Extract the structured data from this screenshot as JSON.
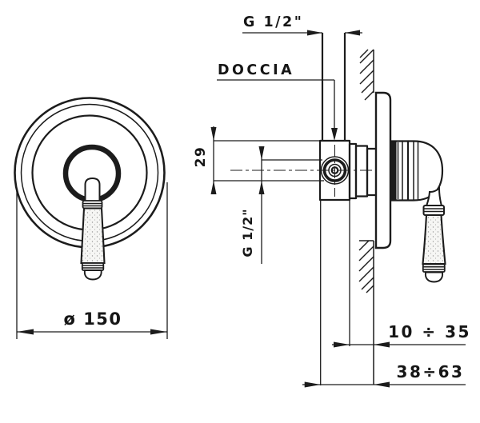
{
  "drawing": {
    "type": "technical-installation-diagram",
    "colors": {
      "background": "#ffffff",
      "line": "#1c1c1c",
      "stipple": "#8f8f8f",
      "dark_band": "#1c1c1c"
    }
  },
  "labels": {
    "top_thread": "G 1/2\"",
    "shower_outlet": "DOCCIA",
    "outlet_offset": "29",
    "side_thread": "G 1/2\"",
    "plate_diameter": "ø 150",
    "finished_wall_range": "10 ÷ 35",
    "rough_in_range": "38÷63"
  }
}
